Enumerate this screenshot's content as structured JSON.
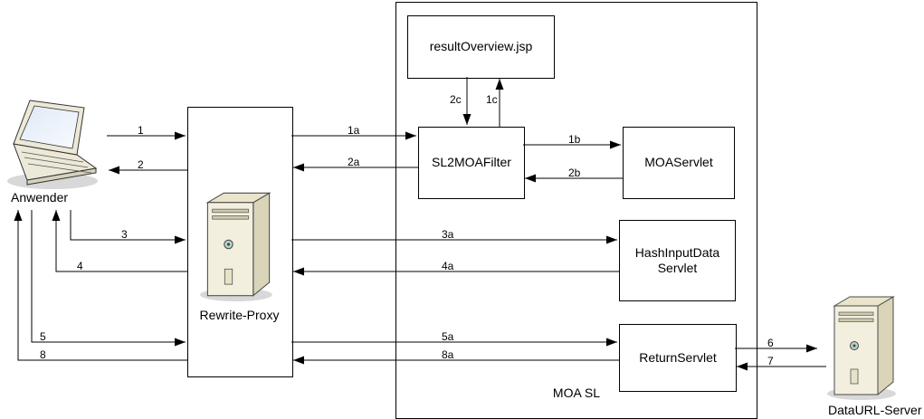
{
  "diagram": {
    "container_label": "MOA SL",
    "nodes": {
      "anwender": "Anwender",
      "rewrite_proxy": "Rewrite-Proxy",
      "result_overview_jsp": "resultOverview.jsp",
      "sl2moa_filter": "SL2MOAFilter",
      "moa_servlet": "MOAServlet",
      "hash_input_data_servlet": "HashInputData Servlet",
      "return_servlet": "ReturnServlet",
      "dataurl_server": "DataURL-Server"
    },
    "arrow_labels": {
      "l1": "1",
      "l2": "2",
      "l3": "3",
      "l4": "4",
      "l5": "5",
      "l6": "6",
      "l7": "7",
      "l8": "8",
      "l1a": "1a",
      "l2a": "2a",
      "l3a": "3a",
      "l4a": "4a",
      "l5a": "5a",
      "l8a": "8a",
      "l1b": "1b",
      "l2b": "2b",
      "l1c": "1c",
      "l2c": "2c"
    },
    "icons": {
      "anwender": "laptop-icon",
      "rewrite_proxy": "server-tower-icon",
      "dataurl_server": "server-tower-icon"
    },
    "colors": {
      "line": "#000000",
      "box_border": "#000000",
      "box_fill": "#ffffff",
      "server_front": "#f3efde",
      "server_side": "#dad4b8",
      "server_top": "#eae4cc",
      "laptop_body": "#ece9d8",
      "screen": "#eef3fb",
      "shadow": "#d8d8d8"
    }
  }
}
